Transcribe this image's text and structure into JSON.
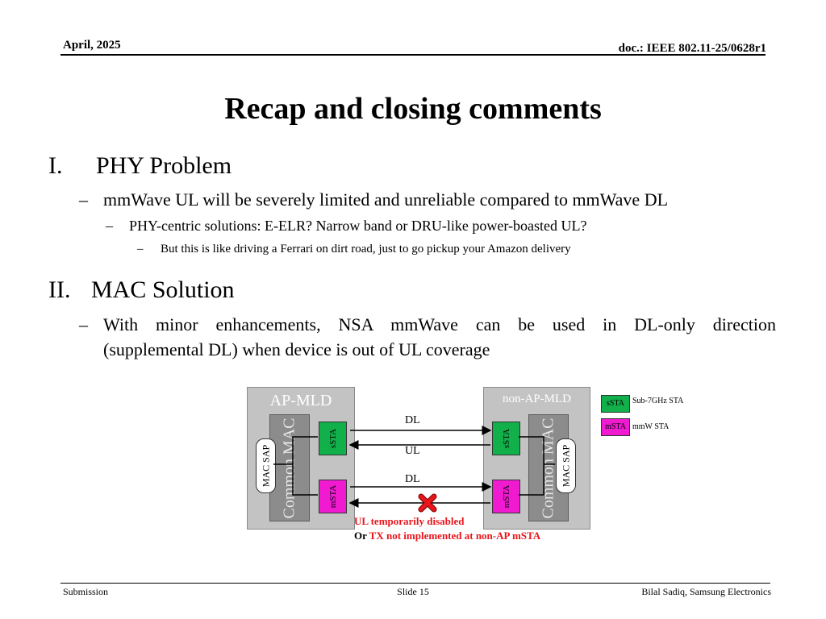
{
  "header": {
    "date": "April, 2025",
    "doc": "doc.: IEEE 802.11-25/0628r1"
  },
  "title": "Recap and closing comments",
  "sections": [
    {
      "num": "I.",
      "heading": "PHY Problem",
      "bullet": "mmWave UL will be severely limited and unreliable compared to mmWave DL",
      "sub": "PHY-centric solutions: E-ELR? Narrow band or DRU-like power-boasted UL?",
      "subsub": "But this is like driving a Ferrari on dirt road, just to go pickup your Amazon delivery"
    },
    {
      "num": "II.",
      "heading": "MAC Solution",
      "bullet_line1": "With minor enhancements, NSA mmWave can be used in DL-only direction",
      "bullet_line2": "(supplemental DL) when device is out of UL coverage"
    }
  ],
  "dash": "–",
  "diagram": {
    "ap_title": "AP-MLD",
    "nonap_title": "non-AP-MLD",
    "common_mac": "Common MAC",
    "mac_sap": "MAC SAP",
    "ssta": "sSTA",
    "msta": "mSTA",
    "link_dl_top": "DL",
    "link_ul": "UL",
    "link_dl_bottom": "DL",
    "note_line1": "UL temporarily disabled",
    "note_or": "Or",
    "note_line2": "TX not implemented  at non-AP mSTA",
    "legend": [
      {
        "key": "sSTA",
        "desc": "Sub-7GHz STA",
        "color": "#11b04b"
      },
      {
        "key": "mSTA",
        "desc": "mmW STA",
        "color": "#f01ad0"
      }
    ],
    "colors": {
      "red": "#e8151b",
      "green": "#11b04b",
      "magenta": "#f01ad0"
    }
  },
  "footer": {
    "left": "Submission",
    "center": "Slide 15",
    "right": "Bilal Sadiq, Samsung Electronics"
  }
}
